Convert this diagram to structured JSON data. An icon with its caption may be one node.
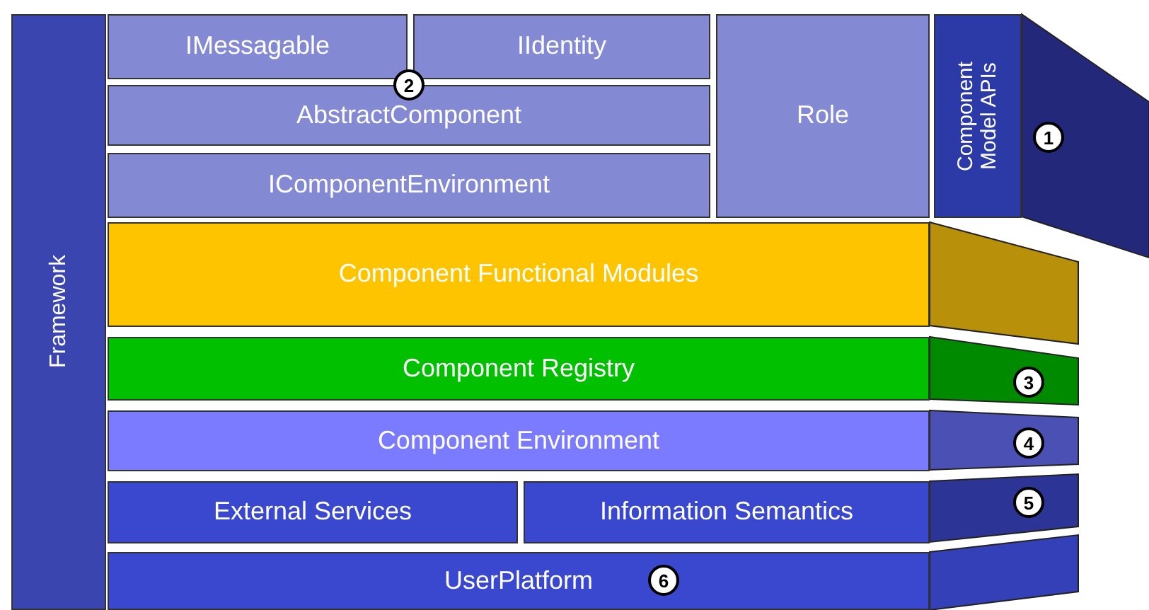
{
  "diagram": {
    "nodes": [
      {
        "text": [
          "Framework"
        ]
      },
      {
        "text": [
          "IMessagable"
        ]
      },
      {
        "text": [
          "IIdentity"
        ]
      },
      {
        "text": [
          "AbstractComponent"
        ]
      },
      {
        "text": [
          "IComponentEnvironment"
        ]
      },
      {
        "text": [
          "Role"
        ]
      },
      {
        "text": [
          "Component Model APIs"
        ]
      },
      {
        "text": [
          "Component Functional Modules"
        ]
      },
      {
        "text": [
          "Component Registry"
        ]
      },
      {
        "text": [
          "Component Environment"
        ]
      },
      {
        "text": [
          "External Services"
        ]
      },
      {
        "text": [
          "Information Semantics"
        ]
      },
      {
        "text": [
          "UserPlatform"
        ]
      }
    ],
    "edges": [],
    "labels": [
      "2",
      "1",
      "3",
      "4",
      "5",
      "6"
    ]
  }
}
